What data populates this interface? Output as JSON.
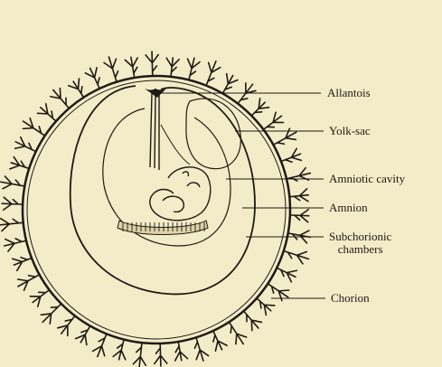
{
  "diagram": {
    "labels": {
      "allantois": "Allantois",
      "yolk_sac": "Yolk-sac",
      "amniotic_cavity": "Amniotic cavity",
      "amnion": "Amnion",
      "subchorionic_chambers_line1": "Subchorionic",
      "subchorionic_chambers_line2": "chambers",
      "chorion": "Chorion"
    },
    "colors": {
      "ink": "#1e1a14",
      "paper": "#f3ecc8"
    }
  }
}
